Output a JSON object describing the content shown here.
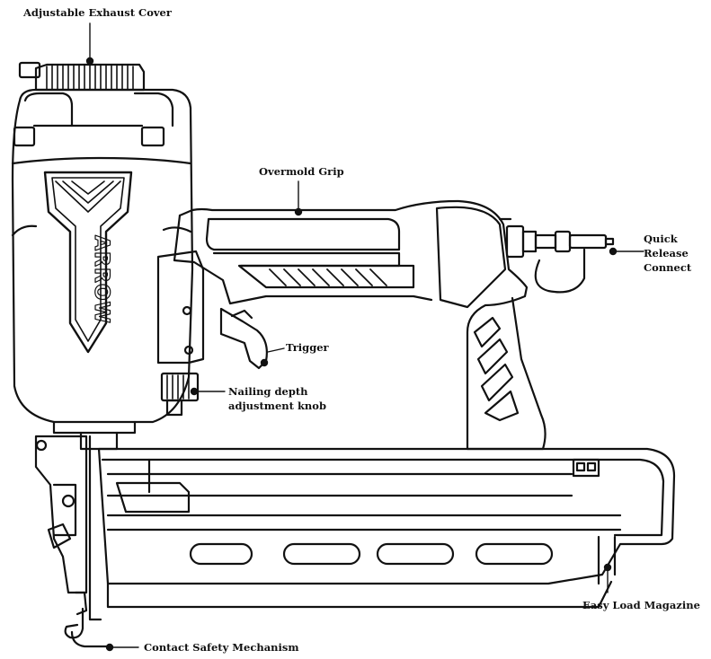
{
  "labels": {
    "exhaust": "Adjustable Exhaust Cover",
    "grip": "Overmold Grip",
    "quick_release": [
      "Quick",
      "Release",
      "Connect"
    ],
    "trigger": "Trigger",
    "depth": [
      "Nailing depth",
      "adjustment knob"
    ],
    "magazine": "Easy Load Magazine",
    "safety": "Contact Safety Mechanism"
  },
  "brand": "ARROW",
  "colors": {
    "ink": "#111111",
    "background": "#ffffff"
  }
}
